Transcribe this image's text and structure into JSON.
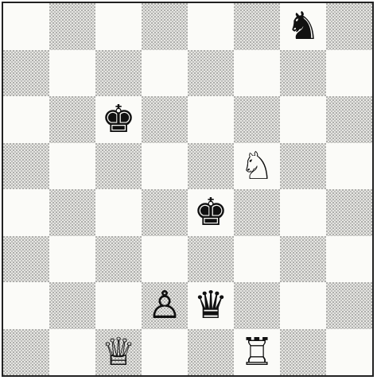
{
  "board": {
    "files": [
      "a",
      "b",
      "c",
      "d",
      "e",
      "f",
      "g",
      "h"
    ],
    "ranks": [
      8,
      7,
      6,
      5,
      4,
      3,
      2,
      1
    ],
    "light_square_color": "#fbfbf8",
    "dark_square_color": "#e6e6e2"
  },
  "pieces": [
    {
      "square": "g8",
      "color": "black",
      "type": "knight",
      "glyph": "♞"
    },
    {
      "square": "c6",
      "color": "black",
      "type": "king",
      "glyph": "♚"
    },
    {
      "square": "f5",
      "color": "white",
      "type": "knight",
      "glyph": "♘"
    },
    {
      "square": "e4",
      "color": "black",
      "type": "king",
      "glyph": "♚"
    },
    {
      "square": "d2",
      "color": "white",
      "type": "pawn",
      "glyph": "♙"
    },
    {
      "square": "e2",
      "color": "black",
      "type": "queen",
      "glyph": "♛"
    },
    {
      "square": "c1",
      "color": "white",
      "type": "queen",
      "glyph": "♕"
    },
    {
      "square": "f1",
      "color": "white",
      "type": "rook",
      "glyph": "♖"
    }
  ]
}
